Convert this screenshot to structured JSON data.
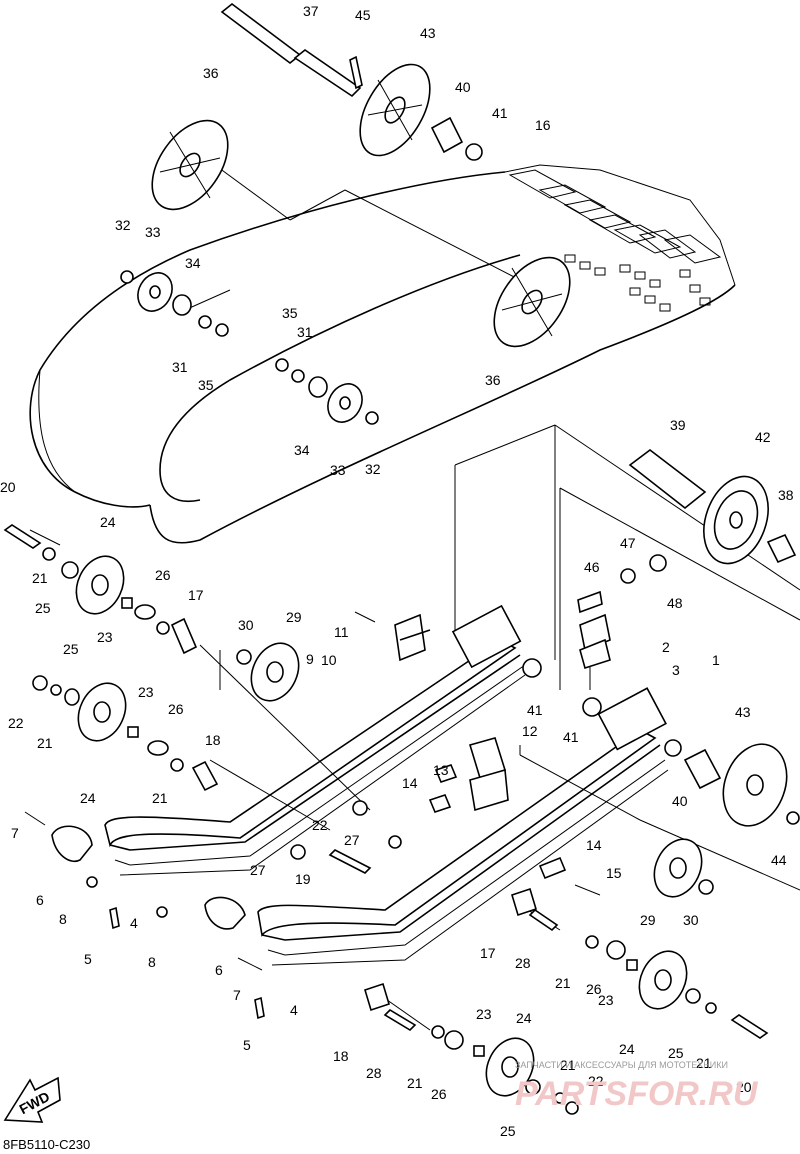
{
  "diagram_code": "8FB5110-C230",
  "fwd_label": "FWD",
  "watermark": {
    "caption": "ЗАПЧАСТИ И АКСЕССУАРЫ ДЛЯ МОТОТЕХНИКИ",
    "logo": "PARTSFOR.RU"
  },
  "callouts": [
    "37",
    "45",
    "43",
    "36",
    "40",
    "41",
    "16",
    "32",
    "33",
    "34",
    "35",
    "31",
    "31",
    "35",
    "36",
    "34",
    "33",
    "32",
    "39",
    "42",
    "38",
    "20",
    "24",
    "21",
    "25",
    "23",
    "26",
    "17",
    "47",
    "46",
    "48",
    "30",
    "29",
    "11",
    "10",
    "9",
    "2",
    "3",
    "1",
    "25",
    "22",
    "21",
    "23",
    "26",
    "24",
    "18",
    "21",
    "41",
    "41",
    "43",
    "12",
    "14",
    "13",
    "14",
    "27",
    "22",
    "40",
    "44",
    "7",
    "6",
    "8",
    "27",
    "19",
    "15",
    "5",
    "4",
    "8",
    "6",
    "29",
    "30",
    "17",
    "28",
    "21",
    "26",
    "23",
    "7",
    "5",
    "4",
    "18",
    "28",
    "21",
    "26",
    "23",
    "24",
    "24",
    "25",
    "21",
    "22",
    "20",
    "21",
    "25"
  ]
}
